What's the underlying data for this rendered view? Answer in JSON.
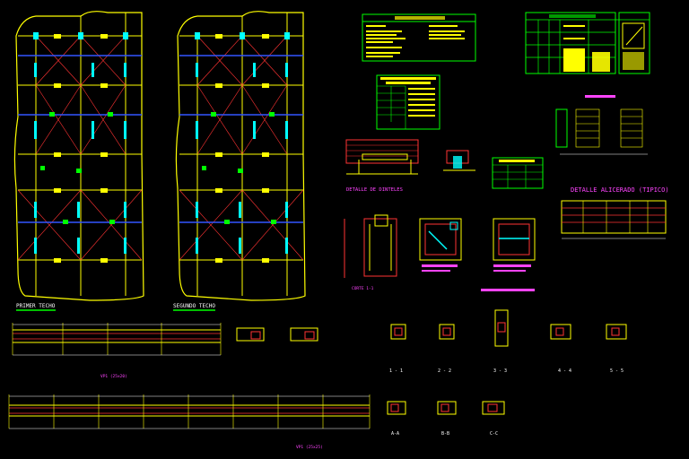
{
  "plans": {
    "primer_techo": "PRIMER TECHO",
    "segundo_techo": "SEGUNDO TECHO"
  },
  "details": {
    "dinteles": "DETALLE DE DINTELES",
    "alicerado": "DETALLE ALICERADO (TIPICO)",
    "corte_1": "CORTE 1-1"
  },
  "sections": {
    "labels": [
      "1 - 1",
      "2 - 2",
      "3 - 3",
      "4 - 4",
      "5 - 5"
    ],
    "aa": "A-A",
    "bb": "B-B",
    "cc": "C-C"
  },
  "beams": {
    "vp1_top": "VP1 (25x20)",
    "vp1_bottom": "VP1 (25x25)"
  },
  "colors": {
    "bg": "#000000",
    "structure": "#ffff00",
    "rebar": "#ff3333",
    "columns": "#00ffff",
    "labels": "#00ff00",
    "frames": "#00ff00",
    "blue": "#3355ff",
    "magenta": "#ff44ff",
    "white": "#ffffff"
  }
}
